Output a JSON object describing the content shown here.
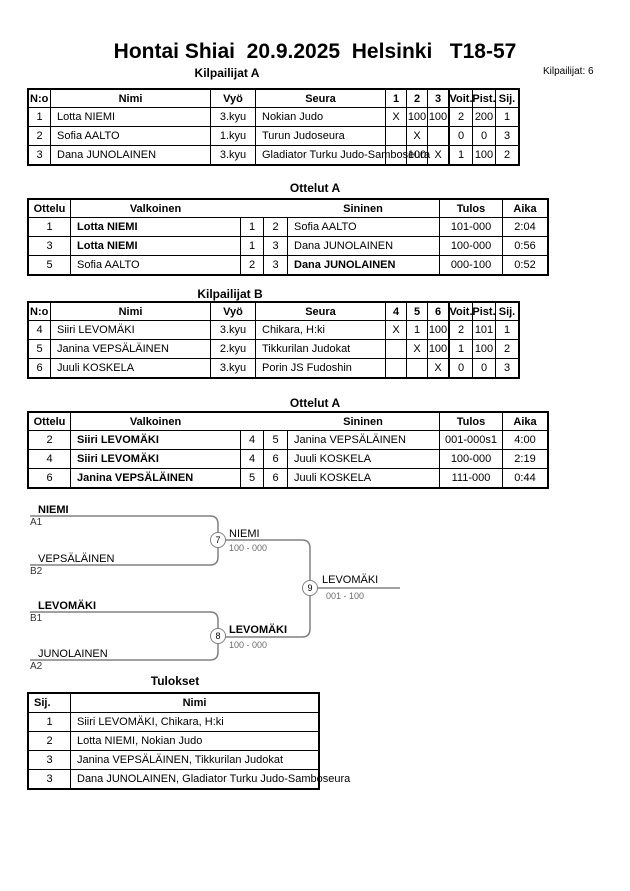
{
  "page": {
    "title": "Hontai Shiai  20.9.2025  Helsinki   T18-57",
    "participants": "Kilpailijat: 6"
  },
  "titles": {
    "pool_a": "Kilpailijat A",
    "matches_a": "Ottelut A",
    "pool_b": "Kilpailijat B",
    "matches_b": "Ottelut A",
    "results": "Tulokset"
  },
  "pool_headers": {
    "no": "N:o",
    "nimi": "Nimi",
    "vyo": "Vyö",
    "seura": "Seura",
    "voit": "Voit.",
    "pist": "Pist.",
    "sij": "Sij."
  },
  "pool_a": {
    "cols": {
      "c1": "1",
      "c2": "2",
      "c3": "3"
    },
    "rows": [
      {
        "no": "1",
        "nimi": "Lotta NIEMI",
        "vyo": "3.kyu",
        "seura": "Nokian Judo",
        "c1": "X",
        "c2": "100",
        "c3": "100",
        "voit": "2",
        "pist": "200",
        "sij": "1"
      },
      {
        "no": "2",
        "nimi": "Sofia AALTO",
        "vyo": "1.kyu",
        "seura": "Turun Judoseura",
        "c1": "",
        "c2": "X",
        "c3": "",
        "voit": "0",
        "pist": "0",
        "sij": "3"
      },
      {
        "no": "3",
        "nimi": "Dana JUNOLAINEN",
        "vyo": "3.kyu",
        "seura": "Gladiator Turku Judo-Samboseura",
        "c1": "",
        "c2": "100",
        "c3": "X",
        "voit": "1",
        "pist": "100",
        "sij": "2"
      }
    ]
  },
  "pool_b": {
    "cols": {
      "c1": "4",
      "c2": "5",
      "c3": "6"
    },
    "rows": [
      {
        "no": "4",
        "nimi": "Siiri LEVOMÄKI",
        "vyo": "3.kyu",
        "seura": "Chikara, H:ki",
        "c1": "X",
        "c2": "1",
        "c3": "100",
        "voit": "2",
        "pist": "101",
        "sij": "1"
      },
      {
        "no": "5",
        "nimi": "Janina VEPSÄLÄINEN",
        "vyo": "2.kyu",
        "seura": "Tikkurilan Judokat",
        "c1": "",
        "c2": "X",
        "c3": "100",
        "voit": "1",
        "pist": "100",
        "sij": "2"
      },
      {
        "no": "6",
        "nimi": "Juuli KOSKELA",
        "vyo": "3.kyu",
        "seura": "Porin JS Fudoshin",
        "c1": "",
        "c2": "",
        "c3": "X",
        "voit": "0",
        "pist": "0",
        "sij": "3"
      }
    ]
  },
  "match_headers": {
    "ottelu": "Ottelu",
    "valkoinen": "Valkoinen",
    "sininen": "Sininen",
    "tulos": "Tulos",
    "aika": "Aika"
  },
  "matches_a": {
    "rows": [
      {
        "no": "1",
        "white": "Lotta NIEMI",
        "wn": "1",
        "bn": "2",
        "blue": "Sofia AALTO",
        "tulos": "101-000",
        "aika": "2:04"
      },
      {
        "no": "3",
        "white": "Lotta NIEMI",
        "wn": "1",
        "bn": "3",
        "blue": "Dana JUNOLAINEN",
        "tulos": "100-000",
        "aika": "0:56"
      },
      {
        "no": "5",
        "white": "Sofia AALTO",
        "wn": "2",
        "bn": "3",
        "blue": "Dana JUNOLAINEN",
        "tulos": "000-100",
        "aika": "0:52"
      }
    ]
  },
  "matches_b": {
    "rows": [
      {
        "no": "2",
        "white": "Siiri LEVOMÄKI",
        "wn": "4",
        "bn": "5",
        "blue": "Janina VEPSÄLÄINEN",
        "tulos": "001-000s1",
        "aika": "4:00"
      },
      {
        "no": "4",
        "white": "Siiri LEVOMÄKI",
        "wn": "4",
        "bn": "6",
        "blue": "Juuli KOSKELA",
        "tulos": "100-000",
        "aika": "2:19"
      },
      {
        "no": "6",
        "white": "Janina VEPSÄLÄINEN",
        "wn": "5",
        "bn": "6",
        "blue": "Juuli KOSKELA",
        "tulos": "111-000",
        "aika": "0:44"
      }
    ]
  },
  "results": {
    "headers": {
      "sij": "Sij.",
      "nimi": "Nimi"
    },
    "rows": [
      {
        "sij": "1",
        "nimi": "Siiri LEVOMÄKI, Chikara, H:ki"
      },
      {
        "sij": "2",
        "nimi": "Lotta NIEMI, Nokian Judo"
      },
      {
        "sij": "3",
        "nimi": "Janina VEPSÄLÄINEN, Tikkurilan Judokat"
      },
      {
        "sij": "3",
        "nimi": "Dana JUNOLAINEN, Gladiator Turku Judo-Samboseura"
      }
    ]
  },
  "bracket": {
    "seed_a1": {
      "name": "NIEMI",
      "label": "A1"
    },
    "seed_b2": {
      "name": "VEPSÄLÄINEN",
      "label": "B2"
    },
    "seed_b1": {
      "name": "LEVOMÄKI",
      "label": "B1"
    },
    "seed_a2": {
      "name": "JUNOLAINEN",
      "label": "A2"
    },
    "m7": {
      "num": "7",
      "winner": "NIEMI",
      "score": "100 - 000"
    },
    "m8": {
      "num": "8",
      "winner": "LEVOMÄKI",
      "score": "100 - 000"
    },
    "m9": {
      "num": "9",
      "winner": "LEVOMÄKI",
      "score": "001 - 100"
    }
  },
  "colors": {
    "bracket_line": "#808080",
    "score_text": "#6b6b6b",
    "border": "#000000"
  }
}
